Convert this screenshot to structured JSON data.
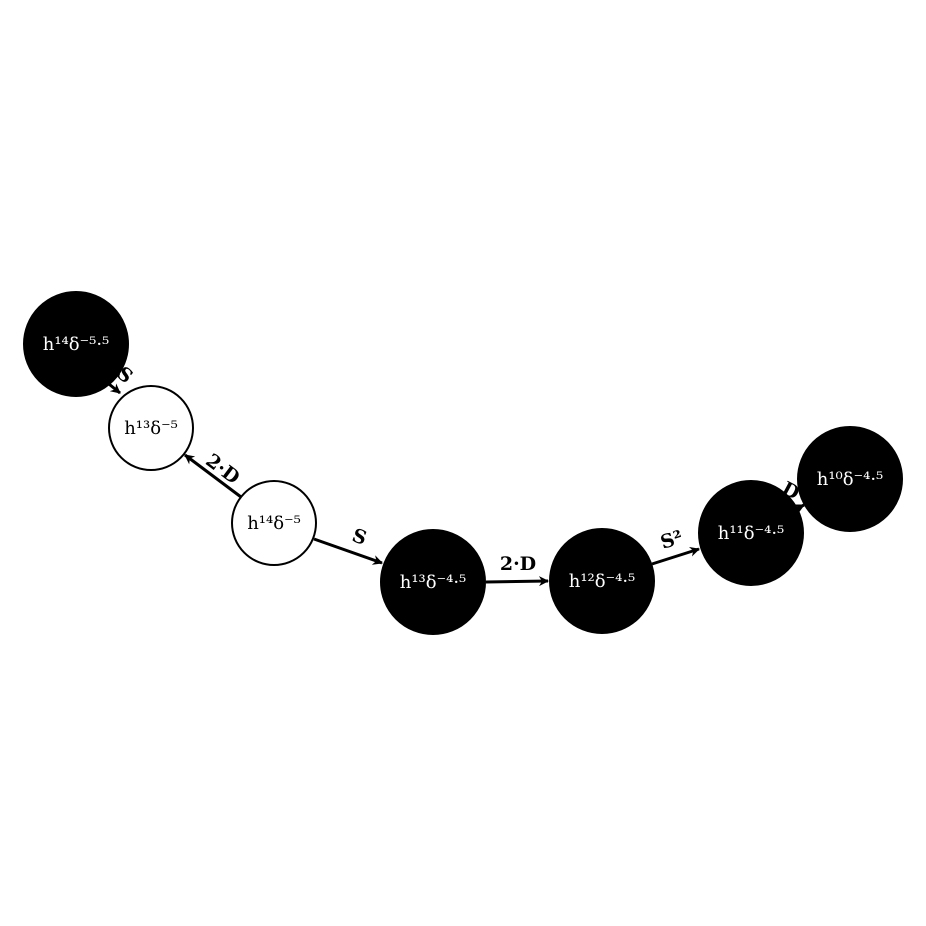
{
  "diagram": {
    "nodes": [
      {
        "id": "n1",
        "label": "h¹⁴δ⁻⁵·⁵",
        "fill": "#000000",
        "text_color": "#ffffff"
      },
      {
        "id": "n2",
        "label": "h¹³δ⁻⁵",
        "fill": "#ffffff",
        "text_color": "#000000"
      },
      {
        "id": "n3",
        "label": "h¹⁴δ⁻⁵",
        "fill": "#ffffff",
        "text_color": "#000000"
      },
      {
        "id": "n4",
        "label": "h¹³δ⁻⁴·⁵",
        "fill": "#000000",
        "text_color": "#ffffff"
      },
      {
        "id": "n5",
        "label": "h¹²δ⁻⁴·⁵",
        "fill": "#000000",
        "text_color": "#ffffff"
      },
      {
        "id": "n6",
        "label": "h¹¹δ⁻⁴·⁵",
        "fill": "#000000",
        "text_color": "#ffffff"
      },
      {
        "id": "n7",
        "label": "h¹⁰δ⁻⁴·⁵",
        "fill": "#000000",
        "text_color": "#ffffff"
      }
    ],
    "edges": [
      {
        "from": "n3",
        "to": "n2",
        "label": "2·D"
      },
      {
        "from": "n1",
        "to": "n2",
        "label": "S"
      },
      {
        "from": "n3",
        "to": "n4",
        "label": "S"
      },
      {
        "from": "n4",
        "to": "n5",
        "label": "2·D"
      },
      {
        "from": "n5",
        "to": "n6",
        "label": "S²"
      },
      {
        "from": "n6",
        "to": "n7",
        "label": "D"
      }
    ]
  }
}
